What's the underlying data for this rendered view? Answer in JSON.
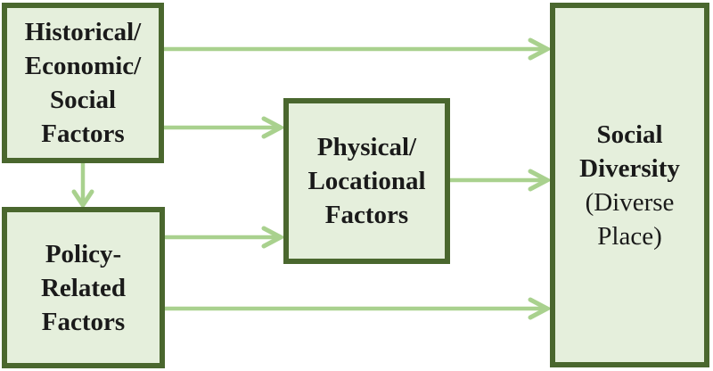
{
  "diagram": {
    "title": "Factors leading to Social Diversity (flow diagram)",
    "boxes": {
      "historical": {
        "id": "historical-economic-social-factors",
        "lines": [
          "Historical/",
          "Economic/",
          "Social",
          "Factors"
        ]
      },
      "policy": {
        "id": "policy-related-factors",
        "lines": [
          "Policy-",
          "Related",
          "Factors"
        ]
      },
      "physical": {
        "id": "physical-locational-factors",
        "lines": [
          "Physical/",
          "Locational",
          "Factors"
        ]
      },
      "diversity": {
        "id": "social-diversity",
        "lines": [
          "Social",
          "Diversity",
          "(Diverse",
          "Place)"
        ]
      }
    },
    "connections": [
      {
        "from": "historical-economic-social-factors",
        "to": "social-diversity"
      },
      {
        "from": "historical-economic-social-factors",
        "to": "physical-locational-factors"
      },
      {
        "from": "historical-economic-social-factors",
        "to": "policy-related-factors"
      },
      {
        "from": "policy-related-factors",
        "to": "physical-locational-factors"
      },
      {
        "from": "physical-locational-factors",
        "to": "social-diversity"
      },
      {
        "from": "policy-related-factors",
        "to": "social-diversity"
      }
    ]
  },
  "colors": {
    "box-fill": "#e5efdc",
    "box-border": "#4a672e",
    "arrow": "#a9d18e",
    "text": "#1a1a1a",
    "page-bg": "#ffffff"
  }
}
